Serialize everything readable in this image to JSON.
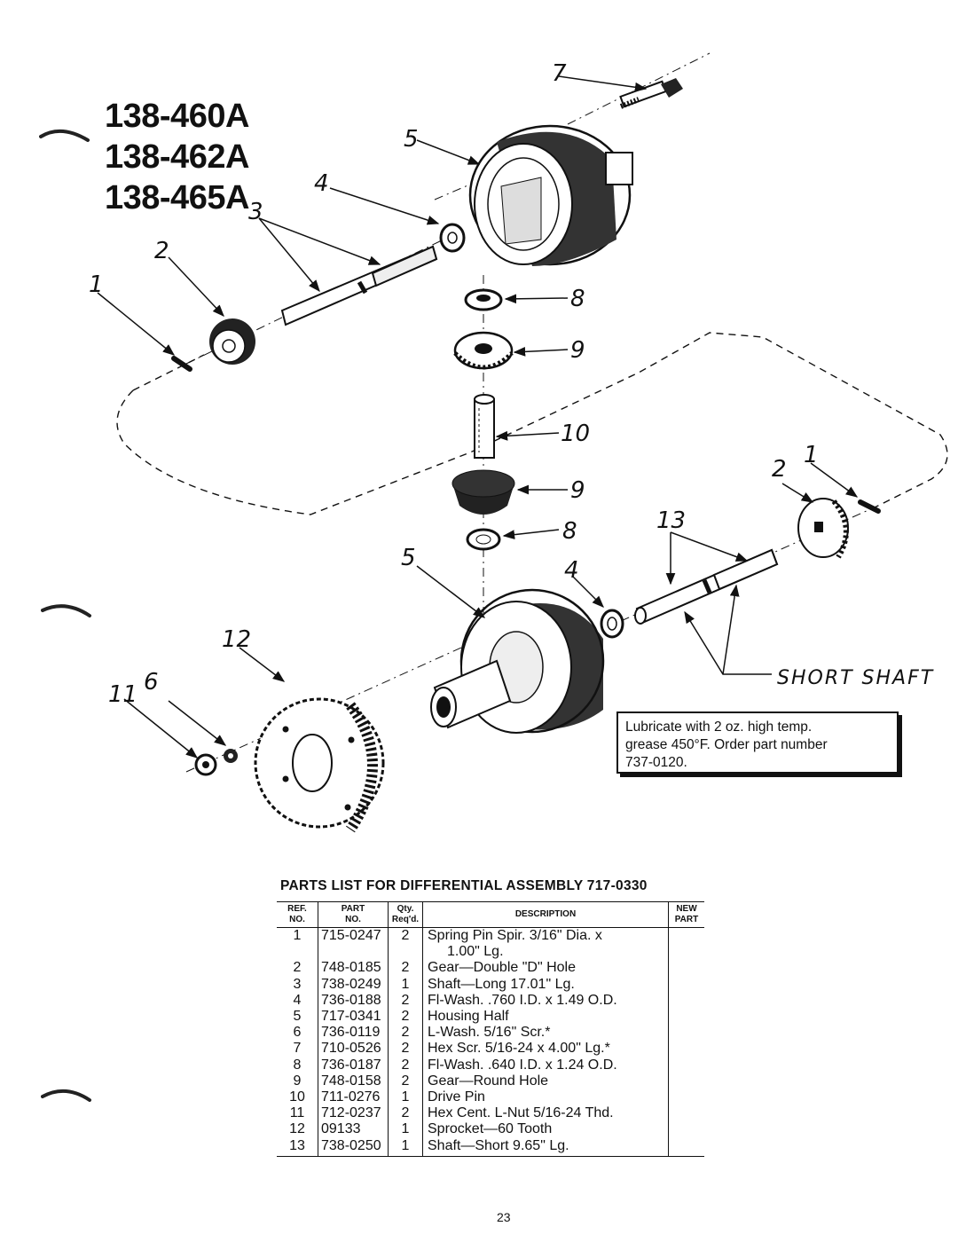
{
  "models": [
    "138-460A",
    "138-462A",
    "138-465A"
  ],
  "callouts": {
    "c7": "7",
    "c5_top": "5",
    "c4_top": "4",
    "c3": "3",
    "c2_left": "2",
    "c1_left": "1",
    "c8_top": "8",
    "c9_top": "9",
    "c10": "10",
    "c9_bottom": "9",
    "c8_bottom": "8",
    "c2_right": "2",
    "c1_right": "1",
    "c13": "13",
    "c5_bottom": "5",
    "c4_bottom": "4",
    "c12": "12",
    "c6": "6",
    "c11": "11"
  },
  "short_shaft_label": "SHORT SHAFT",
  "note": {
    "line1": "Lubricate with 2 oz. high temp.",
    "line2": "grease 450°F. Order part number",
    "line3": "737-0120."
  },
  "parts_list": {
    "title": "PARTS LIST FOR DIFFERENTIAL ASSEMBLY 717-0330",
    "headers": {
      "ref_1": "REF.",
      "ref_2": "NO.",
      "part_1": "PART",
      "part_2": "NO.",
      "qty_1": "Qty.",
      "qty_2": "Req'd.",
      "desc": "DESCRIPTION",
      "new_1": "NEW",
      "new_2": "PART"
    },
    "rows": [
      {
        "ref": "1",
        "part": "715-0247",
        "qty": "2",
        "desc": "Spring Pin Spir. 3/16\" Dia. x",
        "desc2": "1.00\" Lg."
      },
      {
        "ref": "2",
        "part": "748-0185",
        "qty": "2",
        "desc": "Gear—Double \"D\" Hole"
      },
      {
        "ref": "3",
        "part": "738-0249",
        "qty": "1",
        "desc": "Shaft—Long 17.01\" Lg."
      },
      {
        "ref": "4",
        "part": "736-0188",
        "qty": "2",
        "desc": "Fl-Wash. .760 I.D. x 1.49 O.D."
      },
      {
        "ref": "5",
        "part": "717-0341",
        "qty": "2",
        "desc": "Housing Half"
      },
      {
        "ref": "6",
        "part": "736-0119",
        "qty": "2",
        "desc": "L-Wash. 5/16\" Scr.*"
      },
      {
        "ref": "7",
        "part": "710-0526",
        "qty": "2",
        "desc": "Hex Scr. 5/16-24 x 4.00\" Lg.*"
      },
      {
        "ref": "8",
        "part": "736-0187",
        "qty": "2",
        "desc": "Fl-Wash. .640 I.D. x 1.24 O.D."
      },
      {
        "ref": "9",
        "part": "748-0158",
        "qty": "2",
        "desc": "Gear—Round Hole"
      },
      {
        "ref": "10",
        "part": "711-0276",
        "qty": "1",
        "desc": "Drive Pin"
      },
      {
        "ref": "11",
        "part": "712-0237",
        "qty": "2",
        "desc": "Hex Cent. L-Nut 5/16-24 Thd."
      },
      {
        "ref": "12",
        "part": "09133",
        "qty": "1",
        "desc": "Sprocket—60 Tooth"
      },
      {
        "ref": "13",
        "part": "738-0250",
        "qty": "1",
        "desc": "Shaft—Short 9.65\" Lg."
      }
    ]
  },
  "page_number": "23"
}
